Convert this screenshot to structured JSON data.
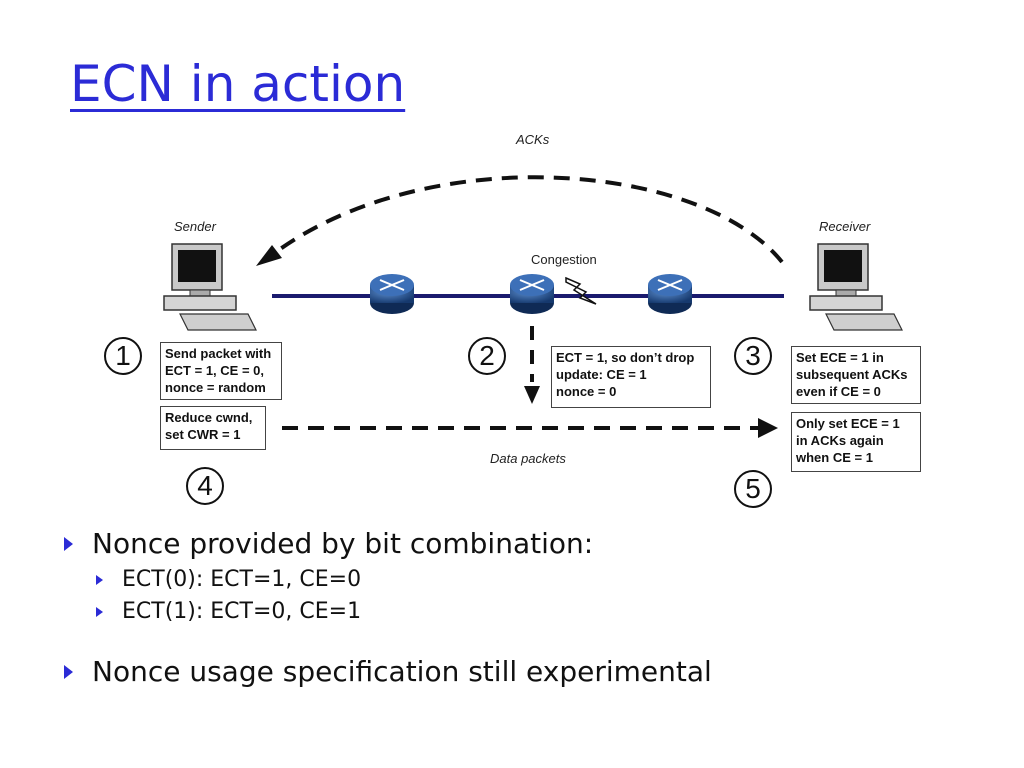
{
  "title": "ECN in action",
  "diagram": {
    "labels": {
      "acks": "ACKs",
      "sender": "Sender",
      "receiver": "Receiver",
      "congestion": "Congestion",
      "data_packets": "Data packets"
    },
    "steps": {
      "s1": "1",
      "s2": "2",
      "s3": "3",
      "s4": "4",
      "s5": "5"
    },
    "boxes": {
      "step1": [
        "Send packet with",
        "ECT = 1, CE = 0,",
        "nonce = random"
      ],
      "step4": [
        "Reduce cwnd,",
        "set CWR = 1"
      ],
      "step2": [
        "ECT = 1, so don’t drop",
        "update: CE = 1",
        "nonce = 0"
      ],
      "step3": [
        "Set ECE = 1 in",
        "subsequent ACKs",
        "even if CE = 0"
      ],
      "step5": [
        "Only set ECE = 1",
        "in ACKs again",
        "when CE = 1"
      ]
    },
    "colors": {
      "link": "#1a1a6e",
      "router": "#1f4f8f",
      "title": "#2b2bd6"
    }
  },
  "bullets": [
    {
      "text": "Nonce provided by bit combination:",
      "sub": [
        "ECT(0): ECT=1, CE=0",
        "ECT(1): ECT=0, CE=1"
      ]
    },
    {
      "text": "Nonce usage specification still experimental",
      "sub": []
    }
  ]
}
